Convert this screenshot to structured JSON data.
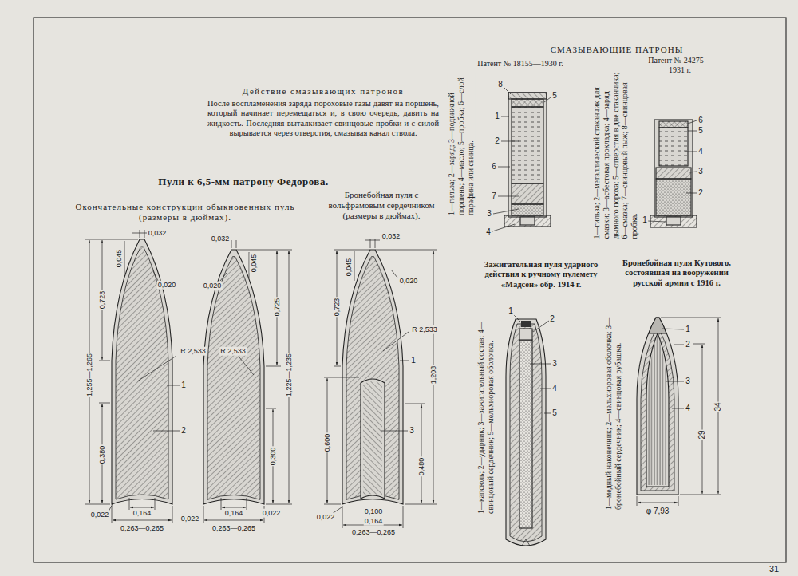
{
  "diagram": {
    "title": "Пули к 6,5-мм патрону Федорова.",
    "labels": [
      "СМАЗЫВАЮЩИЕ ПАТРОНЫ",
      "Патент № 18155—1930 г.",
      "Патент № 24275— 1931 г.",
      "Действие смазывающих патронов",
      "После воспламенения заряда пороховые газы давят на поршень, который начинает перемещаться и, в свою очередь, давить на жидкость. Последняя выталкивает свинцовые пробки и с силой вырывается через отверстия, смазывая канал ствола.",
      "1—гильза; 2—заряд; 3—подвижной поршень; 4—масло; 5—пробка; 6—слой парафина или свинца.",
      "1—гильза; 2—металлический стаканчик для смазки; 3—асбестовая прокладка; 4—заряд дымного пороха; 5—отверстия в дне стаканчика; 6—смазка; 7—свинцовый пыж; 8—свинцовая пробка.",
      "Окончательные конструкции обыкновенных пуль (размеры в дюймах).",
      "Бронебойная пуля с вольфрамовым сердечником (размеры в дюймах).",
      "Зажигательная пуля ударного действия к ручному пулемету «Мадсен» обр. 1914 г.",
      "1—капсюль; 2—ударник; 3—зажигательный состав; 4—свинцовый сердечник; 5—мельхиоровая оболочка.",
      "Бронебойная пуля Кутового, состоявшая на вооружении русской армии с 1916 г.",
      "1—медный наконечник; 2—мельхиоровая оболочка; 3—бронебойный сердечник; 4—свинцовая рубашка.",
      "8",
      "5",
      "1",
      "2",
      "6",
      "7",
      "3",
      "4",
      "6",
      "5",
      "4",
      "3",
      "2",
      "1",
      "0,032",
      "0,045",
      "0,020",
      "0,723",
      "1,255—1,265",
      "R 2,533",
      "1",
      "2",
      "0,380",
      "0,022",
      "0,164",
      "0,263—0,265",
      "0,032",
      "0,045",
      "0,020",
      "R 2,533",
      "0,725",
      "1,225—1,235",
      "0,300",
      "0,022",
      "0,164",
      "0,022",
      "0,263—0,265",
      "0,032",
      "0,045",
      "0,020",
      "R 2,533",
      "0,723",
      "1",
      "1,203",
      "3",
      "0,600",
      "0,480",
      "0,022",
      "0,100",
      "0,164",
      "0,263—0,265",
      "1",
      "2",
      "3",
      "4",
      "5",
      "1",
      "2",
      "3",
      "4",
      "34",
      "29",
      "φ 7,93",
      "31"
    ]
  }
}
